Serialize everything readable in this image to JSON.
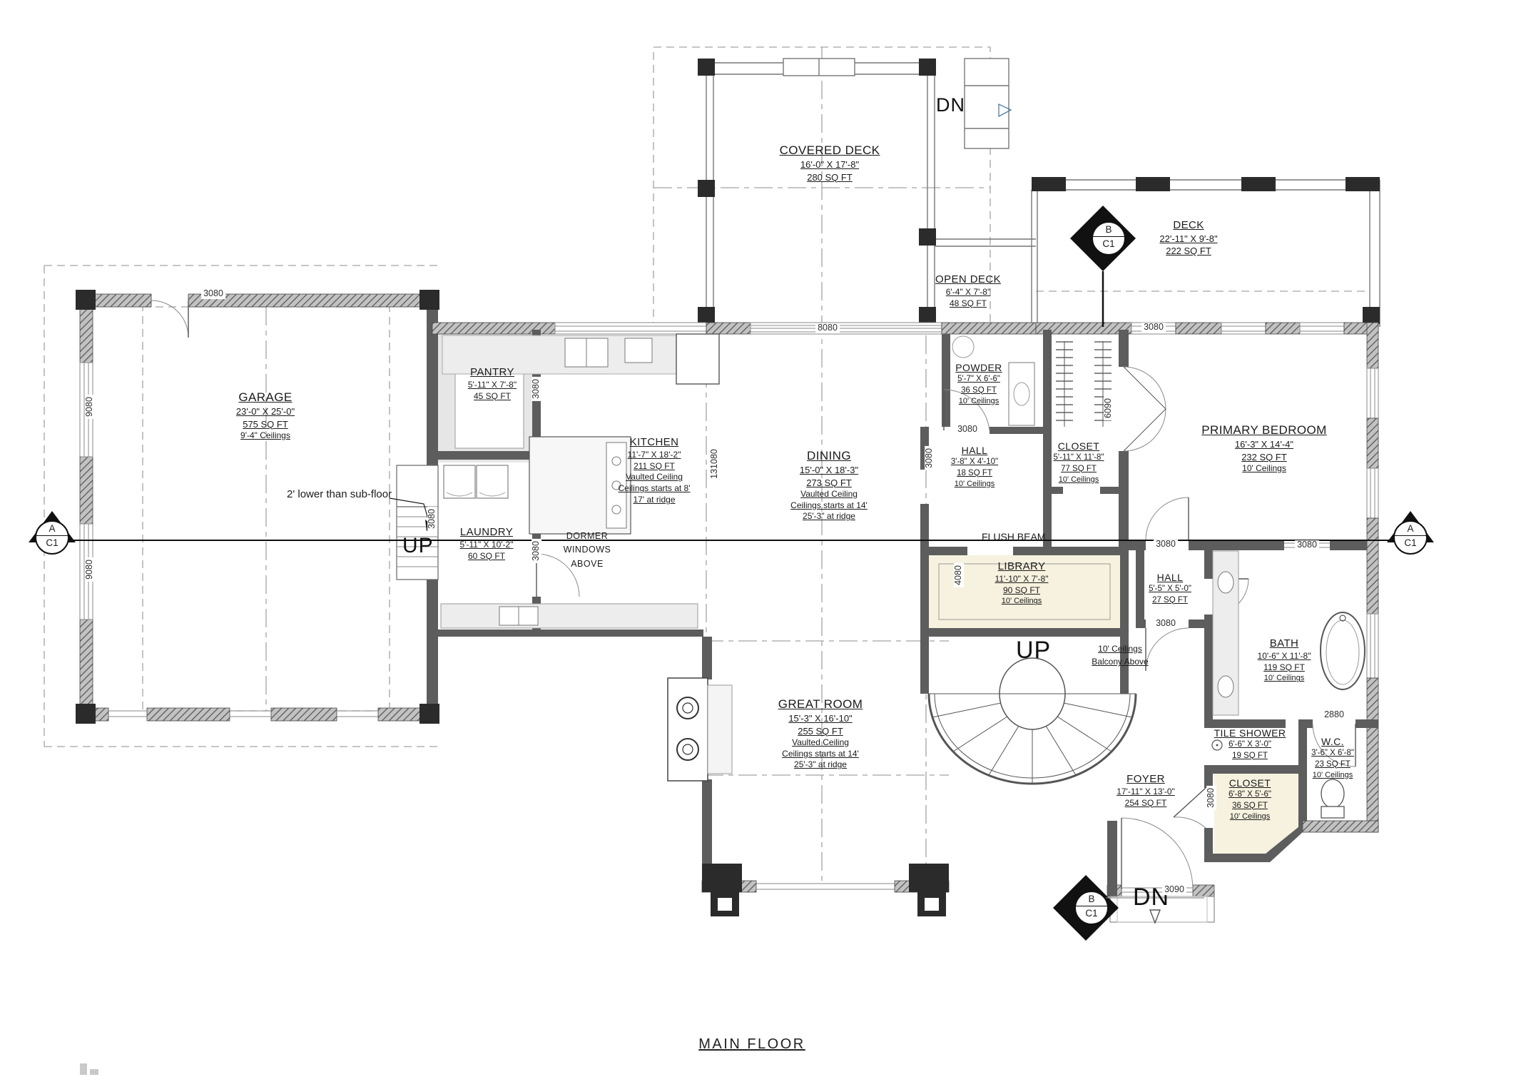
{
  "plan_title": "MAIN FLOOR",
  "rooms": {
    "covered_deck": {
      "name": "COVERED DECK",
      "dims": "16'-0\" X 17'-8\"",
      "area": "280 SQ FT"
    },
    "deck": {
      "name": "DECK",
      "dims": "22'-11\" X 9'-8\"",
      "area": "222 SQ FT"
    },
    "open_deck": {
      "name": "OPEN DECK",
      "dims": "6'-4\" X 7'-8\"",
      "area": "48 SQ FT"
    },
    "garage": {
      "name": "GARAGE",
      "dims": "23'-0\" X 25'-0\"",
      "area": "575 SQ FT",
      "ceiling": "9'-4\" Ceilings"
    },
    "pantry": {
      "name": "PANTRY",
      "dims": "5'-11\" X 7'-8\"",
      "area": "45 SQ FT"
    },
    "kitchen": {
      "name": "KITCHEN",
      "dims": "11'-7\" X 18'-2\"",
      "area": "211 SQ FT",
      "note1": "Vaulted Ceiling",
      "note2": "Ceilings starts at 8'",
      "note3": "17' at ridge"
    },
    "dining": {
      "name": "DINING",
      "dims": "15'-0\" X 18'-3\"",
      "area": "273 SQ FT",
      "note1": "Vaulted Ceiling",
      "note2": "Ceilings starts at 14'",
      "note3": "25'-3\" at ridge"
    },
    "powder": {
      "name": "POWDER",
      "dims": "5'-7\" X 6'-6\"",
      "area": "36 SQ FT",
      "ceiling": "10' Ceilings"
    },
    "hall": {
      "name": "HALL",
      "dims": "3'-8\" X 4'-10\"",
      "area": "18 SQ FT",
      "ceiling": "10' Ceilings"
    },
    "closet": {
      "name": "CLOSET",
      "dims": "5'-11\" X 11'-8\"",
      "area": "77 SQ FT",
      "ceiling": "10' Ceilings"
    },
    "primary_bedroom": {
      "name": "PRIMARY BEDROOM",
      "dims": "16'-3\" X 14'-4\"",
      "area": "232 SQ FT",
      "ceiling": "10' Ceilings"
    },
    "laundry": {
      "name": "LAUNDRY",
      "dims": "5'-11\" X 10'-2\"",
      "area": "60 SQ FT"
    },
    "library": {
      "name": "LIBRARY",
      "dims": "11'-10\" X 7'-8\"",
      "area": "90 SQ FT",
      "ceiling": "10' Ceilings"
    },
    "hall2": {
      "name": "HALL",
      "dims": "5'-5\" X 5'-0\"",
      "area": "27 SQ FT"
    },
    "bath": {
      "name": "BATH",
      "dims": "10'-6\" X 11'-8\"",
      "area": "119 SQ FT",
      "ceiling": "10' Ceilings"
    },
    "great_room": {
      "name": "GREAT ROOM",
      "dims": "15'-3\" X 16'-10\"",
      "area": "255 SQ FT",
      "note1": "Vaulted Ceiling",
      "note2": "Ceilings starts at 14'",
      "note3": "25'-3\" at ridge"
    },
    "tile_shower": {
      "name": "TILE SHOWER",
      "dims": "6'-6\" X 3'-0\"",
      "area": "19 SQ FT"
    },
    "wc": {
      "name": "W.C.",
      "dims": "3'-6\" X 6'-8\"",
      "area": "23 SQ FT",
      "ceiling": "10' Ceilings"
    },
    "foyer": {
      "name": "FOYER",
      "dims": "17'-11\" X 13'-0\"",
      "area": "254 SQ FT"
    },
    "closet2": {
      "name": "CLOSET",
      "dims": "6'-8\" X 5'-6\"",
      "area": "36 SQ FT",
      "ceiling": "10' Ceilings"
    }
  },
  "notes": {
    "lower_floor": "2' lower than sub-floor",
    "dormer_l1": "DORMER",
    "dormer_l2": "WINDOWS",
    "dormer_l3": "ABOVE",
    "flush_beam": "FLUSH BEAM",
    "balcony_l1": "10' Ceilings",
    "balcony_l2": "Balcony Above",
    "up": "UP",
    "dn": "DN"
  },
  "markers": {
    "a": "A",
    "b": "B",
    "c1": "C1"
  },
  "dims": {
    "d3080": "3080",
    "d9080": "9080",
    "d8080": "8080",
    "d131080": "131080",
    "d6090": "6090",
    "d4080": "4080",
    "d2880": "2880",
    "d3090": "3090"
  },
  "colors": {
    "wall": "#5d5d5d",
    "post": "#2b2b2b",
    "cream": "#f6f2df",
    "dash": "#a3a3a3"
  }
}
